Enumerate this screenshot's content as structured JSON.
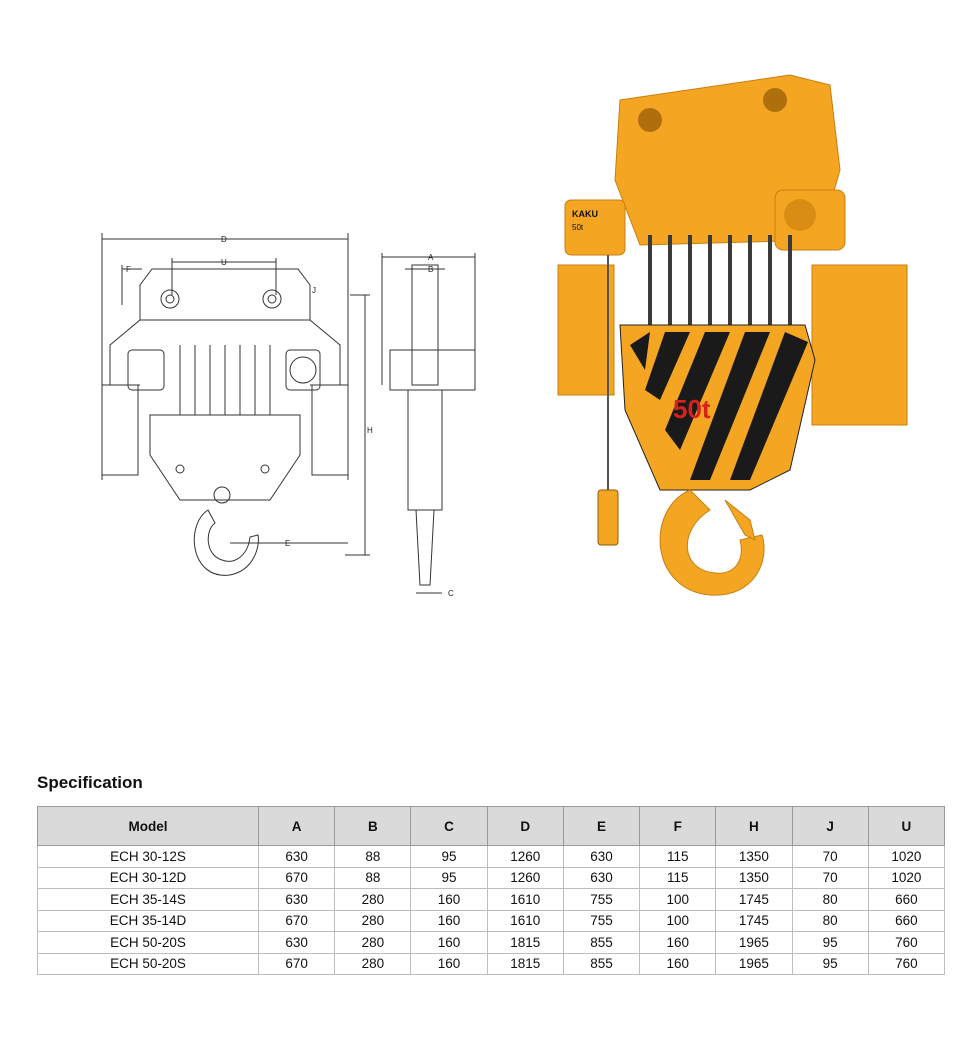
{
  "diagram": {
    "labels": [
      "D",
      "U",
      "F",
      "J",
      "H",
      "E",
      "A",
      "B",
      "C"
    ]
  },
  "photo": {
    "plate_text": "50t",
    "brand_text": "KAKU",
    "motor_label": "50t",
    "colors": {
      "body": "#f4a623",
      "stripe_dark": "#1a1a1a",
      "chain": "#3a3a3a",
      "plate_text": "#d6221b"
    }
  },
  "specification": {
    "title": "Specification",
    "columns": [
      "Model",
      "A",
      "B",
      "C",
      "D",
      "E",
      "F",
      "H",
      "J",
      "U"
    ],
    "rows": [
      [
        "ECH 30-12S",
        "630",
        "88",
        "95",
        "1260",
        "630",
        "115",
        "1350",
        "70",
        "1020"
      ],
      [
        "ECH 30-12D",
        "670",
        "88",
        "95",
        "1260",
        "630",
        "115",
        "1350",
        "70",
        "1020"
      ],
      [
        "ECH 35-14S",
        "630",
        "280",
        "160",
        "1610",
        "755",
        "100",
        "1745",
        "80",
        "660"
      ],
      [
        "ECH 35-14D",
        "670",
        "280",
        "160",
        "1610",
        "755",
        "100",
        "1745",
        "80",
        "660"
      ],
      [
        "ECH 50-20S",
        "630",
        "280",
        "160",
        "1815",
        "855",
        "160",
        "1965",
        "95",
        "760"
      ],
      [
        "ECH 50-20S",
        "670",
        "280",
        "160",
        "1815",
        "855",
        "160",
        "1965",
        "95",
        "760"
      ]
    ]
  }
}
